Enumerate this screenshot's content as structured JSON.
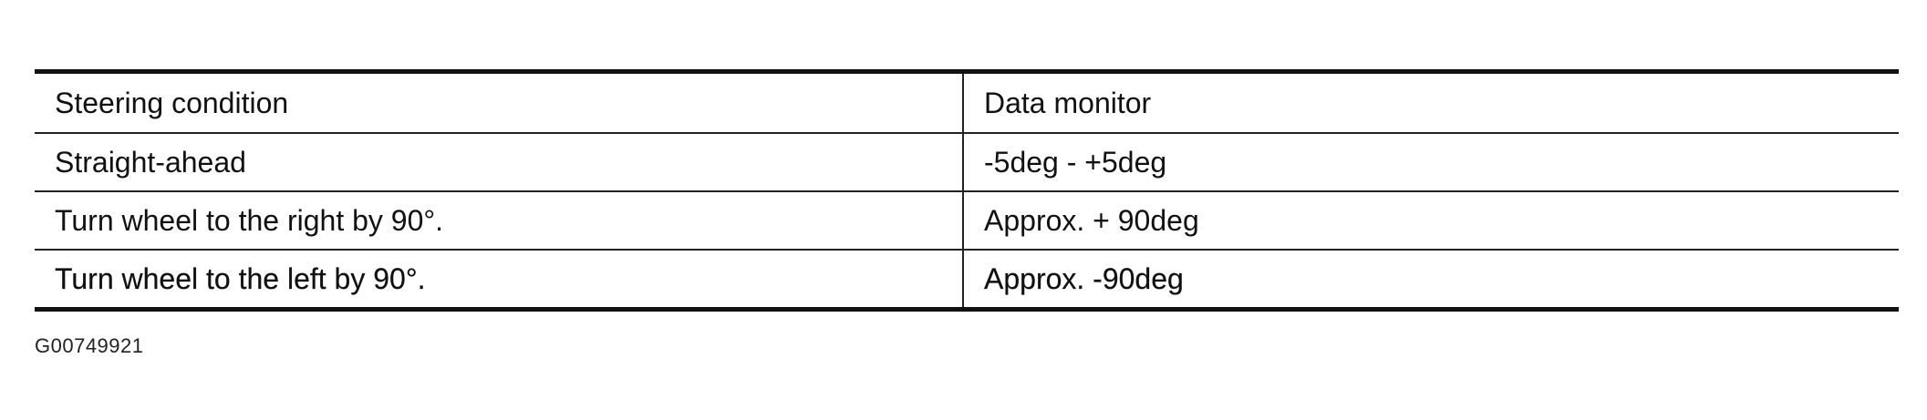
{
  "table": {
    "headers": [
      "Steering condition",
      "Data monitor"
    ],
    "rows": [
      [
        "Straight-ahead",
        "-5deg - +5deg"
      ],
      [
        "Turn wheel to the right by 90°.",
        "Approx. + 90deg"
      ],
      [
        "Turn wheel to the left by 90°.",
        "Approx. -90deg"
      ]
    ]
  },
  "figure_id": "G00749921"
}
